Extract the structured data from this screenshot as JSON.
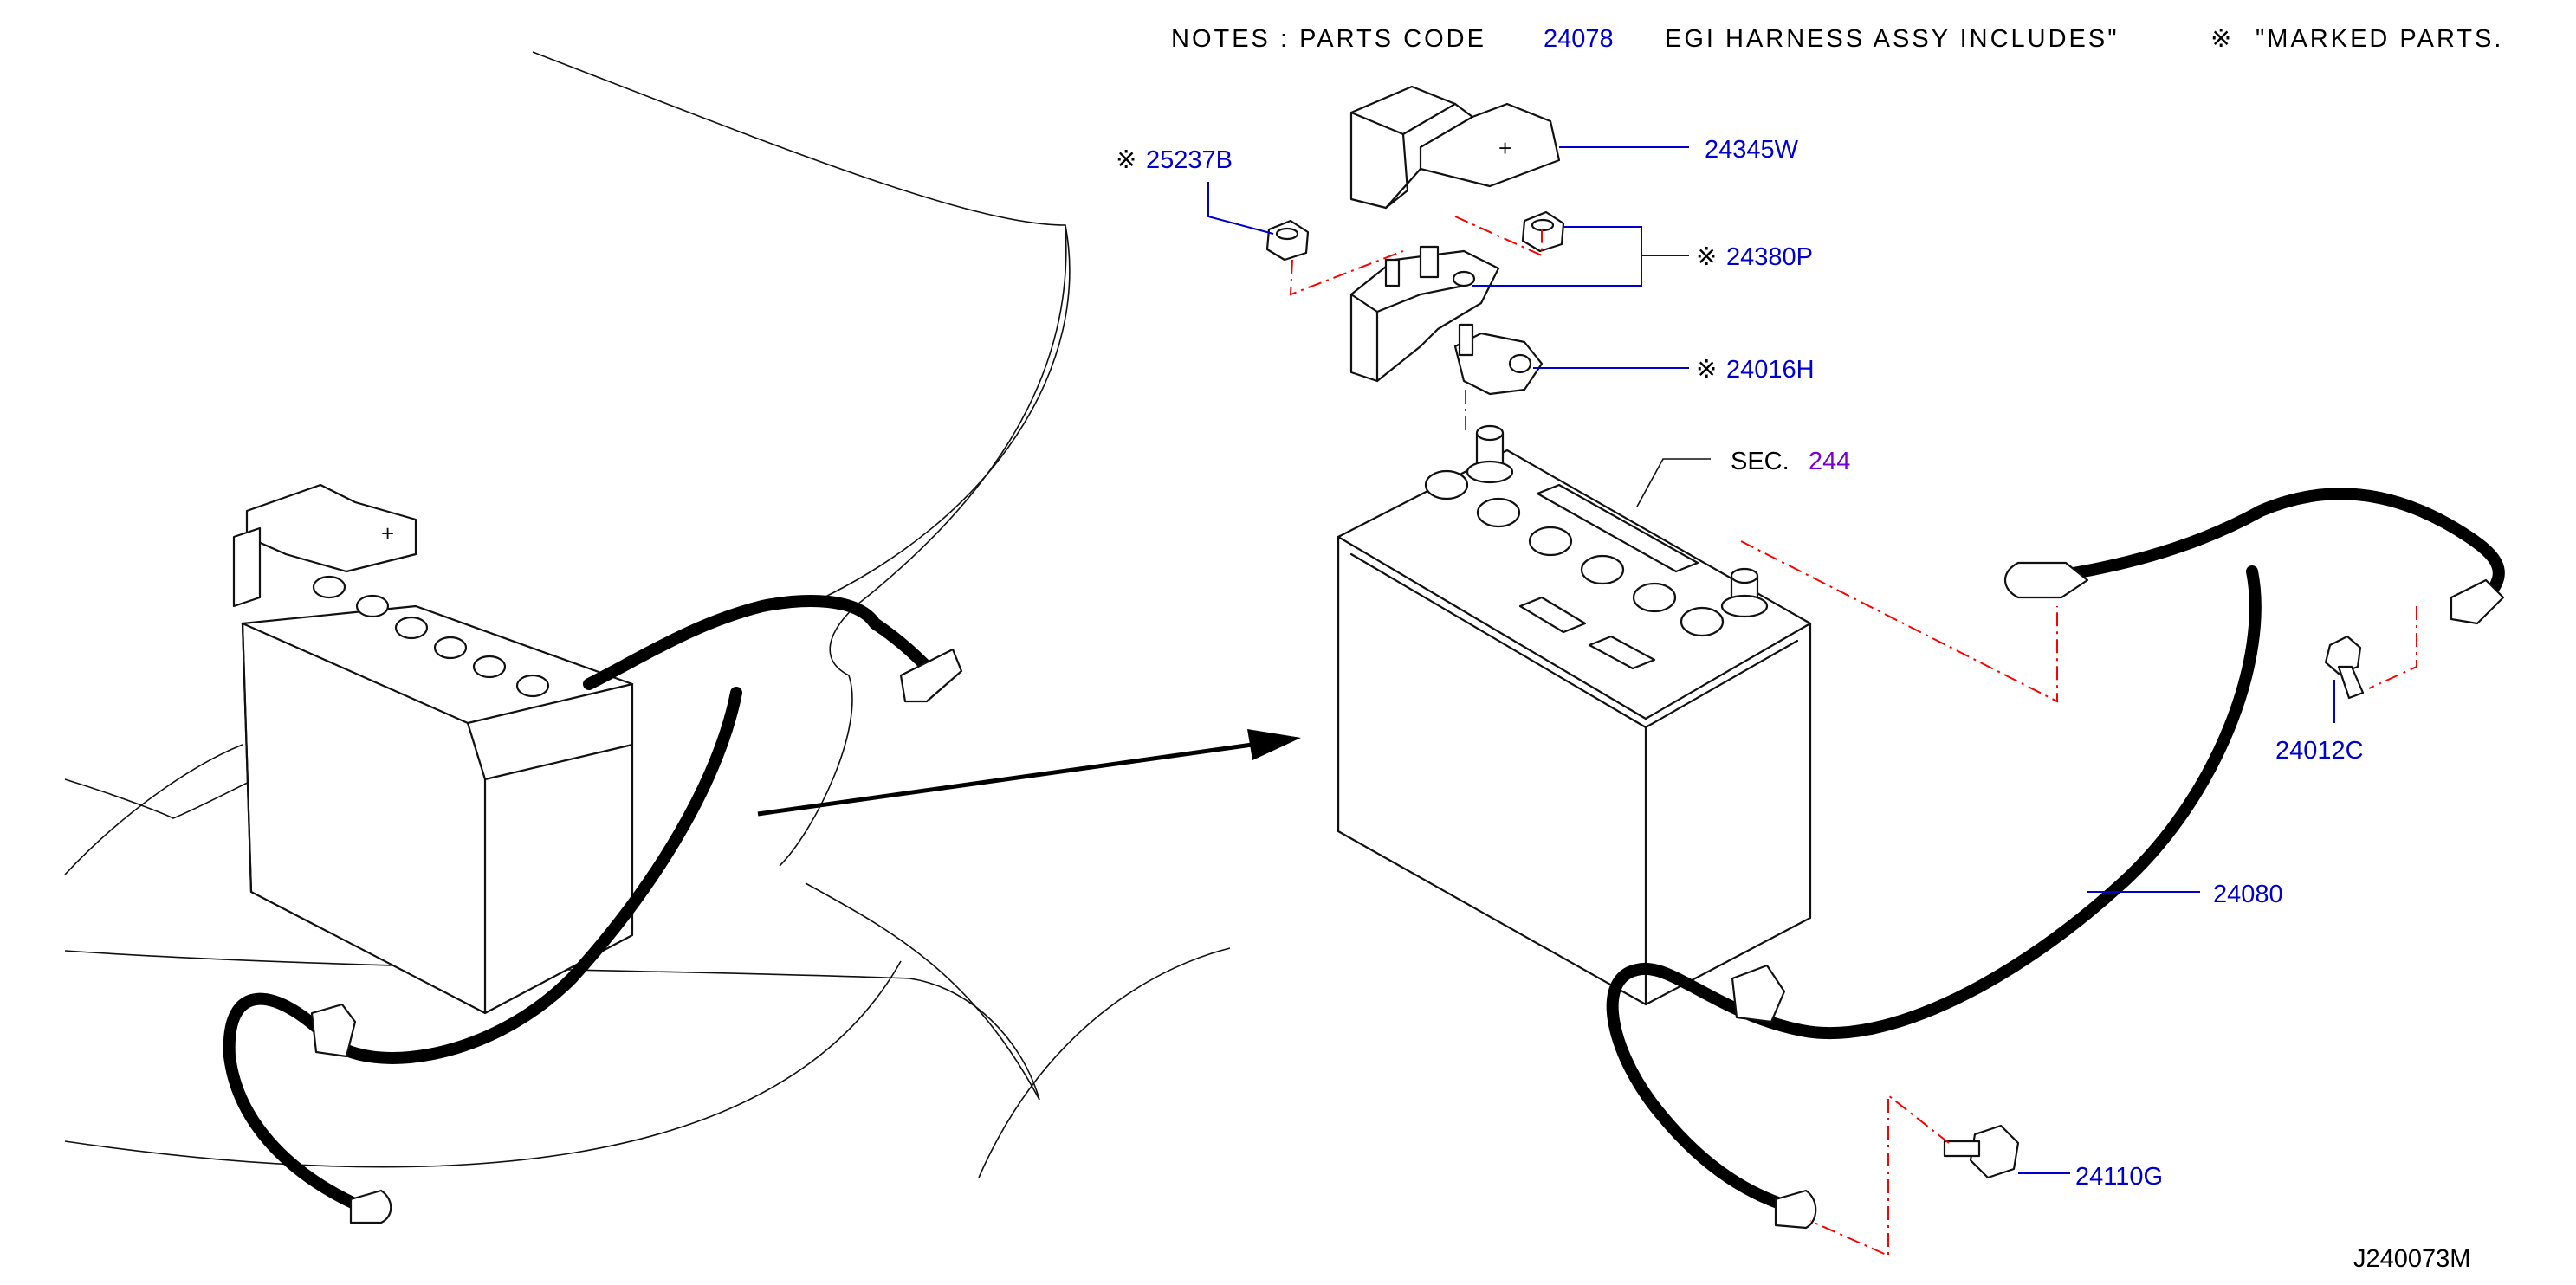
{
  "notes": {
    "prefix": "NOTES : PARTS CODE",
    "code": "24078",
    "middle": "EGI HARNESS ASSY INCLUDES\"",
    "mark": "※",
    "suffix": "\"MARKED PARTS."
  },
  "callouts": {
    "c25237B": {
      "mark": "※",
      "code": "25237B"
    },
    "c24345W": {
      "code": "24345W"
    },
    "c24380P": {
      "mark": "※",
      "code": "24380P"
    },
    "c24016H": {
      "mark": "※",
      "code": "24016H"
    },
    "sec": {
      "label": "SEC.",
      "code": "244"
    },
    "c24012C": {
      "code": "24012C"
    },
    "c24080": {
      "code": "24080"
    },
    "c24110G": {
      "code": "24110G"
    }
  },
  "diagram_id": "J240073M",
  "colors": {
    "part_code": "#0000cc",
    "section_ref": "#7a00cc",
    "dashed_guide": "#ff0000",
    "line_art": "#111111"
  }
}
